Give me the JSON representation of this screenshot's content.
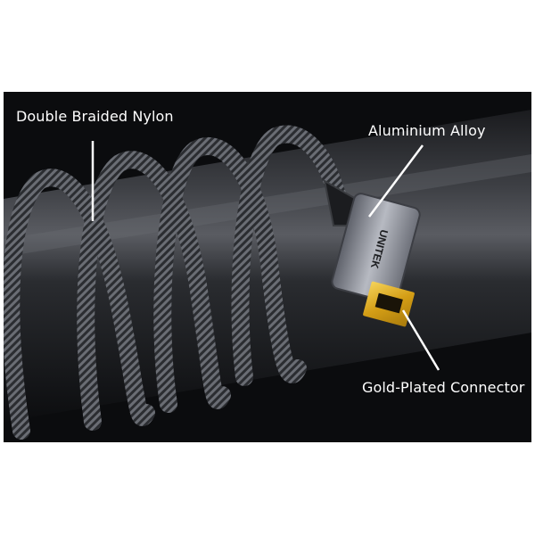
{
  "callouts": {
    "braid": "Double Braided Nylon",
    "alloy": "Aluminium Alloy",
    "gold": "Gold-Plated Connector"
  },
  "product": {
    "brand": "UNITEK"
  },
  "colors": {
    "background": "#0b0c0e",
    "cylinder": "#2e3034",
    "cable": "#3a3c40",
    "alloy": "#8a8d96",
    "gold": "#d8a820"
  }
}
